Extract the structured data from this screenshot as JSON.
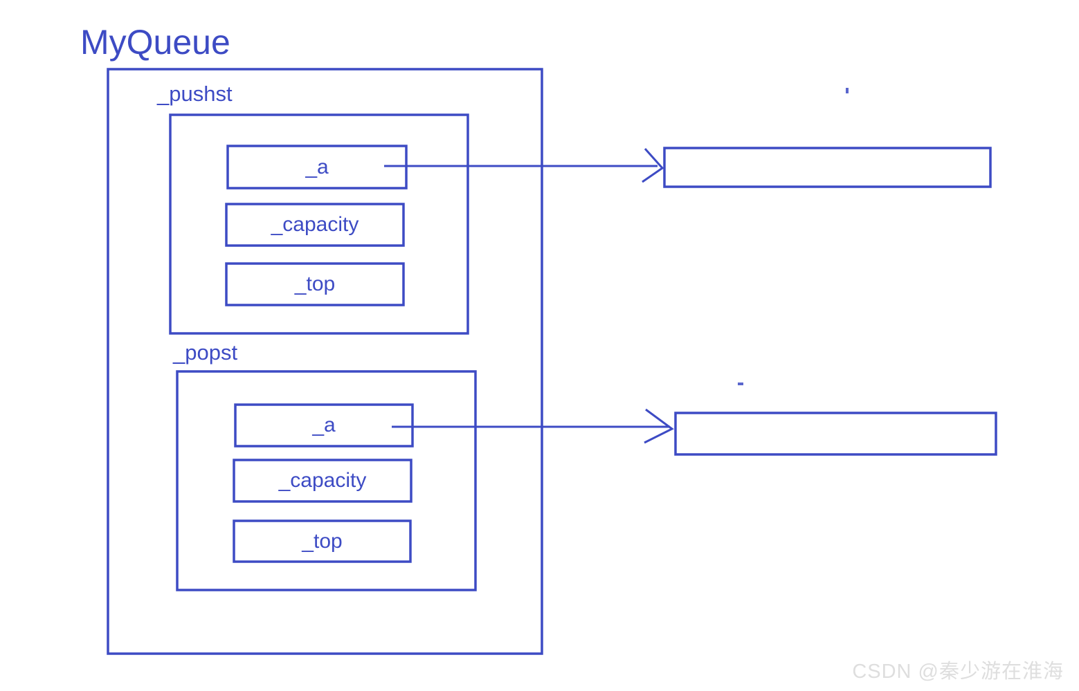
{
  "diagram": {
    "title": "MyQueue",
    "accent_color": "#3d4bc4",
    "background_color": "#ffffff",
    "groups": [
      {
        "label": "_pushst",
        "fields": [
          {
            "name": "_a"
          },
          {
            "name": "_capacity"
          },
          {
            "name": "_top"
          }
        ]
      },
      {
        "label": "_popst",
        "fields": [
          {
            "name": "_a"
          },
          {
            "name": "_capacity"
          },
          {
            "name": "_top"
          }
        ]
      }
    ],
    "targets": [
      {
        "label": ""
      },
      {
        "label": ""
      }
    ]
  },
  "watermark": {
    "text": "CSDN @秦少游在淮海",
    "color": "#dedede"
  }
}
